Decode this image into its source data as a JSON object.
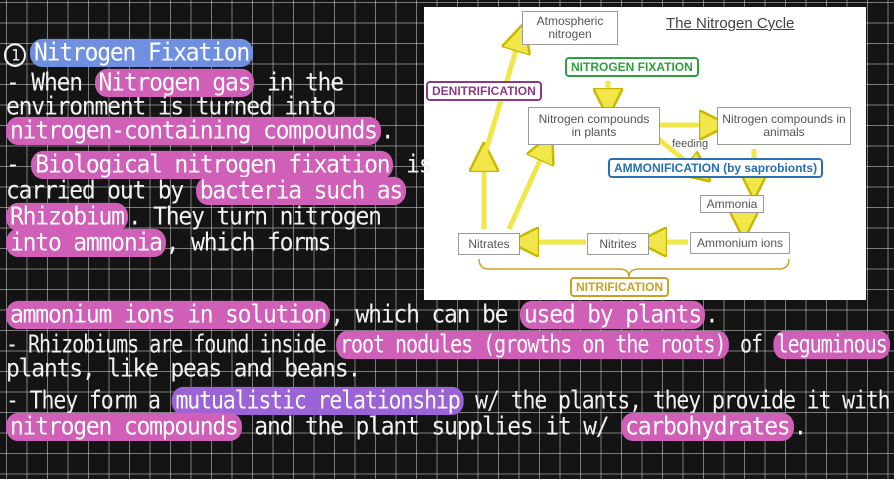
{
  "notes": {
    "heading_number": "1",
    "heading": "Nitrogen Fixation",
    "lines": [
      {
        "segments": [
          {
            "t": "- When ",
            "hl": null
          },
          {
            "t": "Nitrogen gas",
            "hl": "pink"
          },
          {
            "t": " in the",
            "hl": null
          }
        ]
      },
      {
        "segments": [
          {
            "t": "  environment is turned into",
            "hl": null
          }
        ]
      },
      {
        "segments": [
          {
            "t": "  nitrogen-containing compounds",
            "hl": "pink"
          },
          {
            "t": ".",
            "hl": null
          }
        ]
      },
      {
        "segments": [
          {
            "t": "- ",
            "hl": null
          },
          {
            "t": "Biological nitrogen fixation",
            "hl": "pink"
          },
          {
            "t": " is",
            "hl": null
          }
        ]
      },
      {
        "segments": [
          {
            "t": "  carried out by ",
            "hl": null
          },
          {
            "t": "bacteria such as",
            "hl": "pink"
          }
        ]
      },
      {
        "segments": [
          {
            "t": "  ",
            "hl": null
          },
          {
            "t": "Rhizobium",
            "hl": "pink"
          },
          {
            "t": ". They turn nitrogen",
            "hl": null
          }
        ]
      },
      {
        "segments": [
          {
            "t": "  ",
            "hl": null
          },
          {
            "t": "into ammonia",
            "hl": "pink"
          },
          {
            "t": ", which forms",
            "hl": null
          }
        ]
      },
      {
        "segments": [
          {
            "t": "  ",
            "hl": null
          },
          {
            "t": "ammonium ions in solution",
            "hl": "pink"
          },
          {
            "t": ", which can be ",
            "hl": null
          },
          {
            "t": "used by plants",
            "hl": "pink"
          },
          {
            "t": ".",
            "hl": null
          }
        ]
      },
      {
        "segments": [
          {
            "t": "- Rhizobiums are found inside ",
            "hl": null
          },
          {
            "t": "root nodules (growths on the roots)",
            "hl": "pink"
          },
          {
            "t": " of ",
            "hl": null
          },
          {
            "t": "leguminous",
            "hl": "pink"
          }
        ]
      },
      {
        "segments": [
          {
            "t": "  plants, like peas and beans.",
            "hl": null
          }
        ]
      },
      {
        "segments": [
          {
            "t": "- They form a ",
            "hl": null
          },
          {
            "t": "mutualistic relationship",
            "hl": "purple"
          },
          {
            "t": " w/ the plants, they provide it with",
            "hl": null
          }
        ]
      },
      {
        "segments": [
          {
            "t": "  ",
            "hl": null
          },
          {
            "t": "nitrogen compounds",
            "hl": "pink"
          },
          {
            "t": " and the plant supplies it w/ ",
            "hl": null
          },
          {
            "t": "carbohydrates",
            "hl": "pink"
          },
          {
            "t": ".",
            "hl": null
          }
        ]
      }
    ]
  },
  "diagram": {
    "title": "The Nitrogen Cycle",
    "atmospheric": "Atmospheric nitrogen",
    "plants": "Nitrogen compounds in plants",
    "animals": "Nitrogen compounds in animals",
    "ammonia": "Ammonia",
    "ammonium": "Ammonium ions",
    "nitrites": "Nitrites",
    "nitrates": "Nitrates",
    "feeding": "feeding",
    "label_fixation": "NITROGEN FIXATION",
    "label_denitrification": "DENITRIFICATION",
    "label_ammonification": "AMMONIFICATION (by saprobionts)",
    "label_nitrification": "NITRIFICATION",
    "colors": {
      "fixation": "#2e9e3e",
      "denitrification": "#8a3b86",
      "ammonification": "#2a6fb0",
      "nitrification": "#c9a227",
      "arrow": "#f2e74a"
    }
  }
}
